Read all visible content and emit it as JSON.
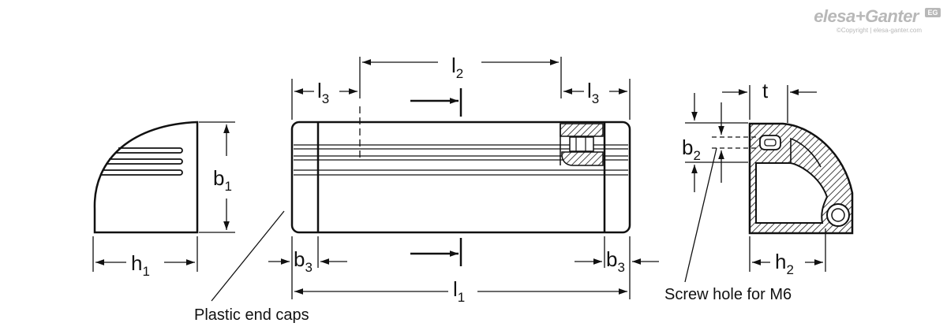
{
  "brand": {
    "name": "elesa+Ganter",
    "copyright": "©Copyright | elesa-ganter.com",
    "badge": "EG"
  },
  "dimensions": {
    "h1": {
      "main": "h",
      "sub": "1"
    },
    "b1": {
      "main": "b",
      "sub": "1"
    },
    "l1": {
      "main": "l",
      "sub": "1"
    },
    "l2": {
      "main": "l",
      "sub": "2"
    },
    "l3_left": {
      "main": "l",
      "sub": "3"
    },
    "l3_right": {
      "main": "l",
      "sub": "3"
    },
    "b3_left": {
      "main": "b",
      "sub": "3"
    },
    "b3_right": {
      "main": "b",
      "sub": "3"
    },
    "b2": {
      "main": "b",
      "sub": "2"
    },
    "h2": {
      "main": "h",
      "sub": "2"
    },
    "t": {
      "main": "t"
    }
  },
  "callouts": {
    "end_caps": "Plastic end caps",
    "screw_hole": "Screw hole for M6"
  },
  "colors": {
    "line": "#111111",
    "hatch": "#111111",
    "brand_grey": "#b8b8b8"
  }
}
